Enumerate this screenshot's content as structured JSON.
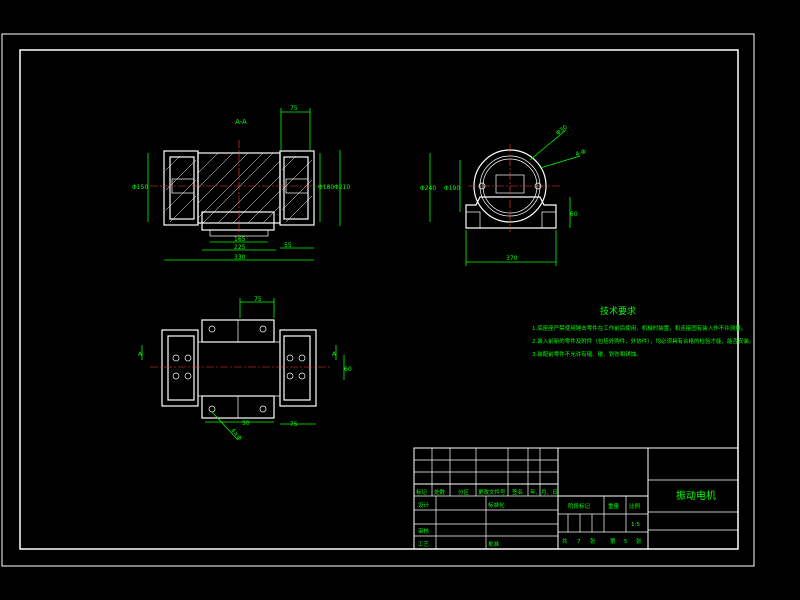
{
  "section_label": "A-A",
  "front_view": {
    "dims": {
      "top_width": "75",
      "left_dia": "Φ150",
      "right_dia1": "Φ180",
      "right_dia2": "Φ210",
      "inner_len": "165",
      "bottom1": "225",
      "bottom2": "330",
      "side_small": "55"
    }
  },
  "side_view": {
    "dims": {
      "dia_top": "Φ30",
      "angle_label": "4-Φ",
      "dia_left1": "Φ240",
      "dia_left2": "Φ190",
      "height_right": "60",
      "bottom": "370"
    }
  },
  "plan_view": {
    "dims": {
      "top": "75",
      "left_marker": "A",
      "right_height": "60",
      "right_small": "A",
      "bottom_left": "50",
      "bottom_right": "75",
      "hole_note": "4×Φ"
    }
  },
  "tech_req": {
    "title": "技术要求",
    "items": [
      "1.底座座严禁使用锤击零件在工作前后使用、机械时装置，和连接固有装入作不许测量。",
      "2.装入前新的零件及附件（包括外购件、外协件），均必须具有合格的检验才能，能否安装。",
      "3.装配前零件不允许有磕、碰、划伤和锈蚀。"
    ]
  },
  "title_block": {
    "drawing_name": "振动电机",
    "labels": {
      "mark": "标记",
      "count": "处数",
      "zone": "分区",
      "change_doc": "更改文件号",
      "sign": "签名",
      "date": "年、月、日",
      "design": "设计",
      "standardize": "标准化",
      "review": "审核",
      "process": "工艺",
      "approve": "批准",
      "stage_mark": "阶段标记",
      "weight": "重量",
      "scale": "比例",
      "scale_value": "1:5",
      "total": "共",
      "sheets": "张",
      "sheet_no_prefix": "第",
      "sheet_suffix": "张",
      "total_count": "7",
      "sheet_no": "5"
    }
  }
}
